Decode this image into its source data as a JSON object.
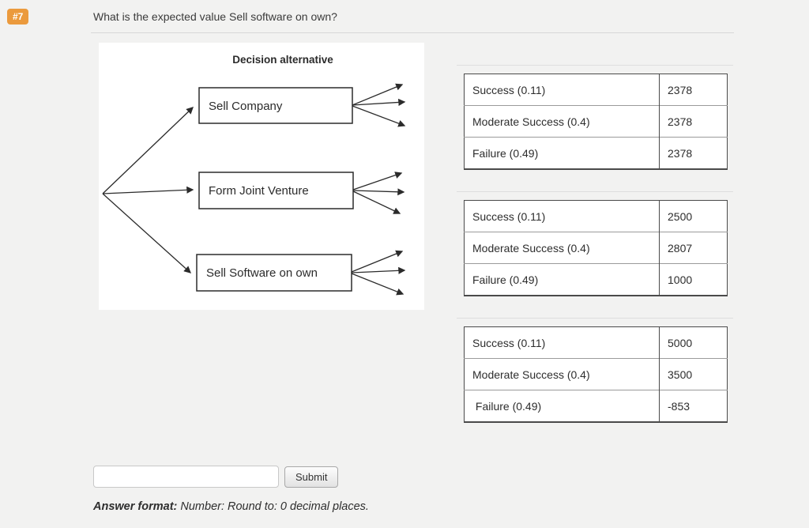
{
  "header": {
    "badge": "#7",
    "question": "What is the expected value Sell software on own?"
  },
  "diagram": {
    "title": "Decision alternative",
    "nodes": [
      {
        "label": "Sell Company"
      },
      {
        "label": "Form Joint Venture"
      },
      {
        "label": "Sell Software on own"
      }
    ]
  },
  "tables": [
    {
      "rows": [
        {
          "label": "Success (0.11)",
          "value": "2378"
        },
        {
          "label": "Moderate Success (0.4)",
          "value": "2378"
        },
        {
          "label": "Failure (0.49)",
          "value": "2378"
        }
      ]
    },
    {
      "rows": [
        {
          "label": "Success (0.11)",
          "value": "2500"
        },
        {
          "label": "Moderate Success (0.4)",
          "value": "2807"
        },
        {
          "label": "Failure (0.49)",
          "value": "1000"
        }
      ]
    },
    {
      "rows": [
        {
          "label": "Success (0.11)",
          "value": "5000"
        },
        {
          "label": "Moderate Success (0.4)",
          "value": "3500"
        },
        {
          "label": " Failure (0.49)",
          "value": "-853"
        }
      ]
    }
  ],
  "answer": {
    "input_value": "",
    "submit_label": "Submit",
    "format_label": "Answer format:",
    "format_text": "Number: Round to: 0 decimal places."
  },
  "colors": {
    "page_bg": "#f2f2f1",
    "badge_bg": "#eb9a3d",
    "table_border": "#4a4a4a",
    "row_divider": "#9b9b9b",
    "diagram_ink": "#2b2b2b"
  }
}
